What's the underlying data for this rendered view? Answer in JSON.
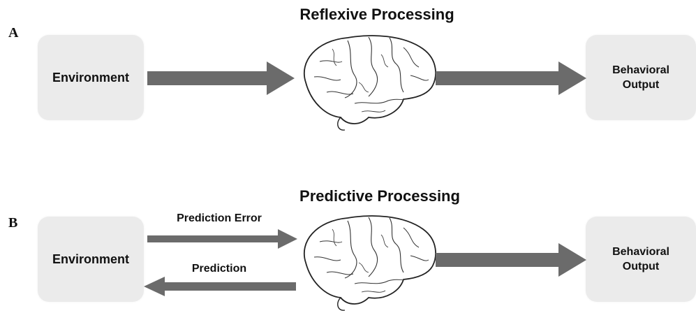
{
  "panels": [
    {
      "letter": "A",
      "title": "Reflexive Processing",
      "input_box": "Environment",
      "output_box": "Behavioral\nOutput"
    },
    {
      "letter": "B",
      "title": "Predictive Processing",
      "input_box": "Environment",
      "output_box": "Behavioral\nOutput",
      "forward_label": "Prediction Error",
      "backward_label": "Prediction"
    }
  ],
  "colors": {
    "box_fill": "#ebebeb",
    "arrow_fill": "#6b6b6b",
    "text": "#111111"
  },
  "icons": [
    "brain-icon",
    "right-arrow-icon",
    "left-arrow-icon"
  ]
}
